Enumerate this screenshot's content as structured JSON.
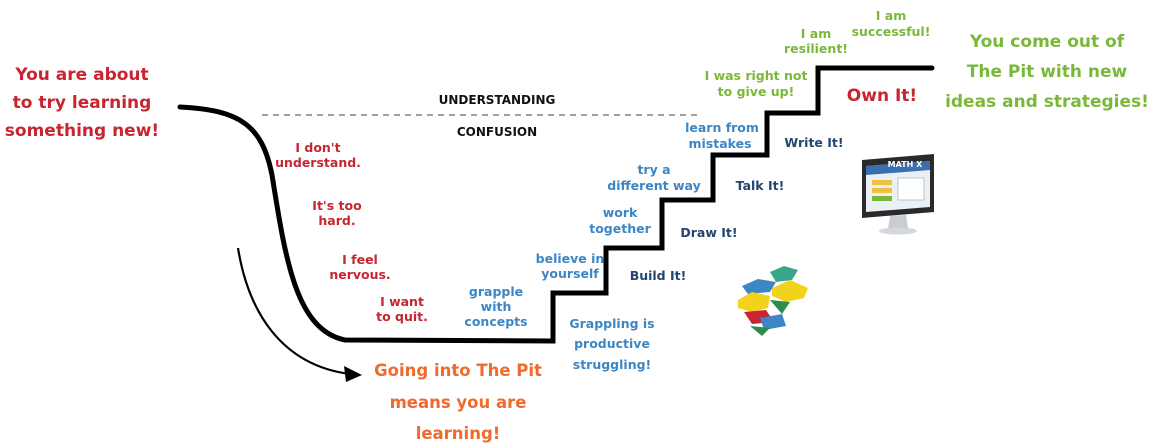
{
  "colors": {
    "red": "#c7252f",
    "orange": "#ef6a2c",
    "blue": "#3c86c4",
    "navy": "#24456f",
    "green": "#7ab83a",
    "line": "#000000",
    "divider": "#666666"
  },
  "intro": [
    "You are about",
    "to try learning",
    "something new!"
  ],
  "understanding_label": "UNDERSTANDING",
  "confusion_label": "CONFUSION",
  "feelings": [
    [
      "I don't",
      "understand."
    ],
    [
      "It's too",
      "hard."
    ],
    [
      "I feel",
      "nervous."
    ],
    [
      "I want",
      "to quit."
    ]
  ],
  "pit_message": [
    "Going into The Pit",
    "means you are",
    "learning!"
  ],
  "strategies": [
    [
      "grapple",
      "with",
      "concepts"
    ],
    [
      "believe in",
      "yourself"
    ],
    [
      "work",
      "together"
    ],
    [
      "try a",
      "different way"
    ],
    [
      "learn from",
      "mistakes"
    ]
  ],
  "grappling_note": [
    "Grappling is",
    "productive",
    "struggling!"
  ],
  "actions": [
    "Build It!",
    "Draw It!",
    "Talk It!",
    "Write It!"
  ],
  "own_it": "Own It!",
  "affirmations": [
    [
      "I was right not",
      "to give up!"
    ],
    [
      "I am",
      "resilient!"
    ],
    [
      "I am",
      "successful!"
    ]
  ],
  "outro": [
    "You come out of",
    "The Pit with new",
    "ideas and strategies!"
  ],
  "monitor_logo": "MATH X",
  "icons": [
    "arrow-icon",
    "monitor-icon",
    "pattern-blocks-icon"
  ]
}
